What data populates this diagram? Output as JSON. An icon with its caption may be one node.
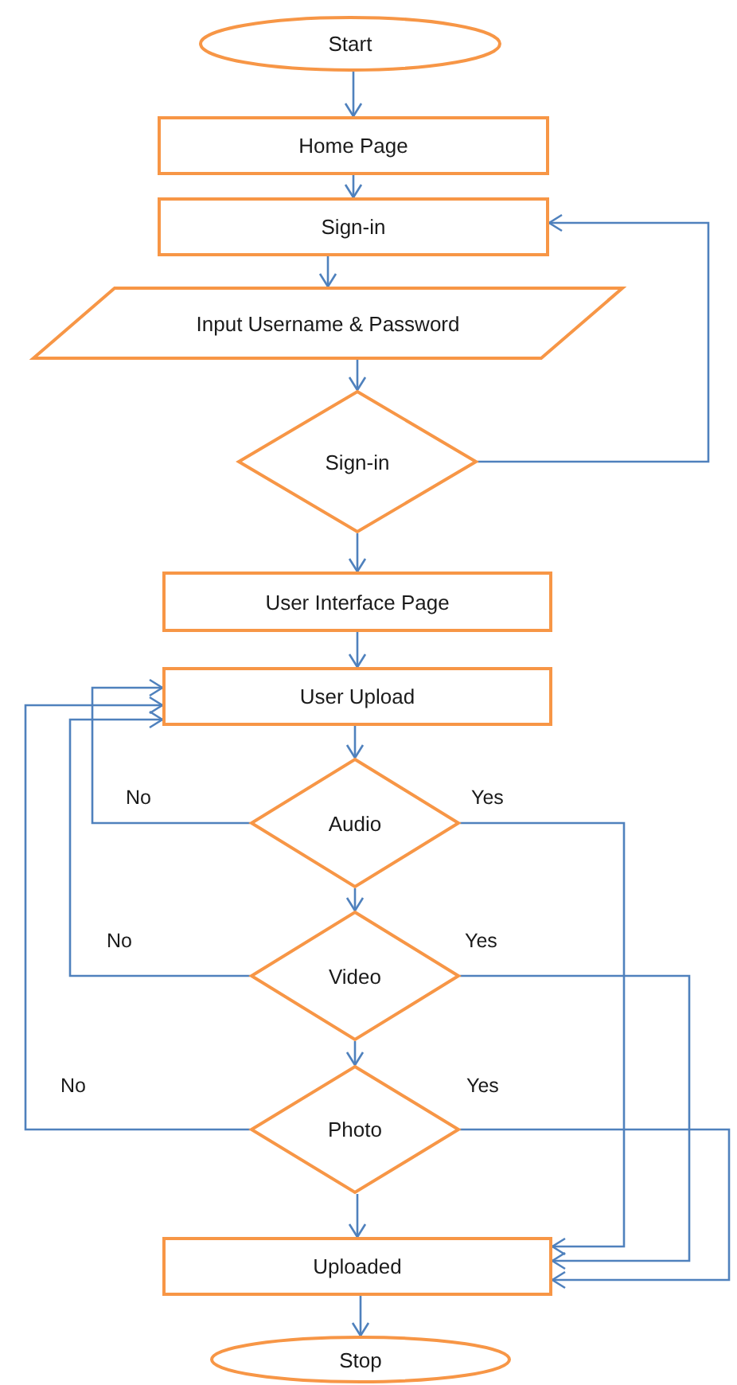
{
  "diagram": {
    "nodes": [
      {
        "text": [
          "Start"
        ]
      },
      {
        "text": [
          "Home Page"
        ]
      },
      {
        "text": [
          "Sign-in"
        ]
      },
      {
        "text": [
          "Input Username & Password"
        ]
      },
      {
        "text": [
          "Sign-in"
        ]
      },
      {
        "text": [
          "User Interface Page"
        ]
      },
      {
        "text": [
          "User Upload"
        ]
      },
      {
        "text": [
          "Audio"
        ]
      },
      {
        "text": [
          "Video"
        ]
      },
      {
        "text": [
          "Photo"
        ]
      },
      {
        "text": [
          "Uploaded"
        ]
      },
      {
        "text": [
          "Stop"
        ]
      }
    ],
    "edges": [
      {
        "from": 0,
        "to": 1,
        "arrow": "to"
      },
      {
        "from": 1,
        "to": 2,
        "arrow": "to"
      },
      {
        "from": 2,
        "to": 3,
        "arrow": "to"
      },
      {
        "from": 3,
        "to": 4,
        "arrow": "to"
      },
      {
        "from": 4,
        "to": 2,
        "arrow": "to"
      },
      {
        "from": 4,
        "to": 5,
        "arrow": "to"
      },
      {
        "from": 5,
        "to": 6,
        "arrow": "to"
      },
      {
        "from": 6,
        "to": 7,
        "arrow": "to"
      },
      {
        "from": 7,
        "to": 6,
        "label": "No",
        "arrow": "to"
      },
      {
        "from": 7,
        "to": 8,
        "arrow": "to"
      },
      {
        "from": 7,
        "to": 10,
        "label": "Yes",
        "arrow": "to"
      },
      {
        "from": 8,
        "to": 6,
        "label": "No",
        "arrow": "to"
      },
      {
        "from": 8,
        "to": 9,
        "arrow": "to"
      },
      {
        "from": 8,
        "to": 10,
        "label": "Yes",
        "arrow": "to"
      },
      {
        "from": 9,
        "to": 6,
        "label": "No",
        "arrow": "to"
      },
      {
        "from": 9,
        "to": 10,
        "arrow": "to"
      },
      {
        "from": 9,
        "to": 10,
        "label": "Yes",
        "arrow": "to"
      },
      {
        "from": 10,
        "to": 11,
        "arrow": "to"
      }
    ]
  }
}
